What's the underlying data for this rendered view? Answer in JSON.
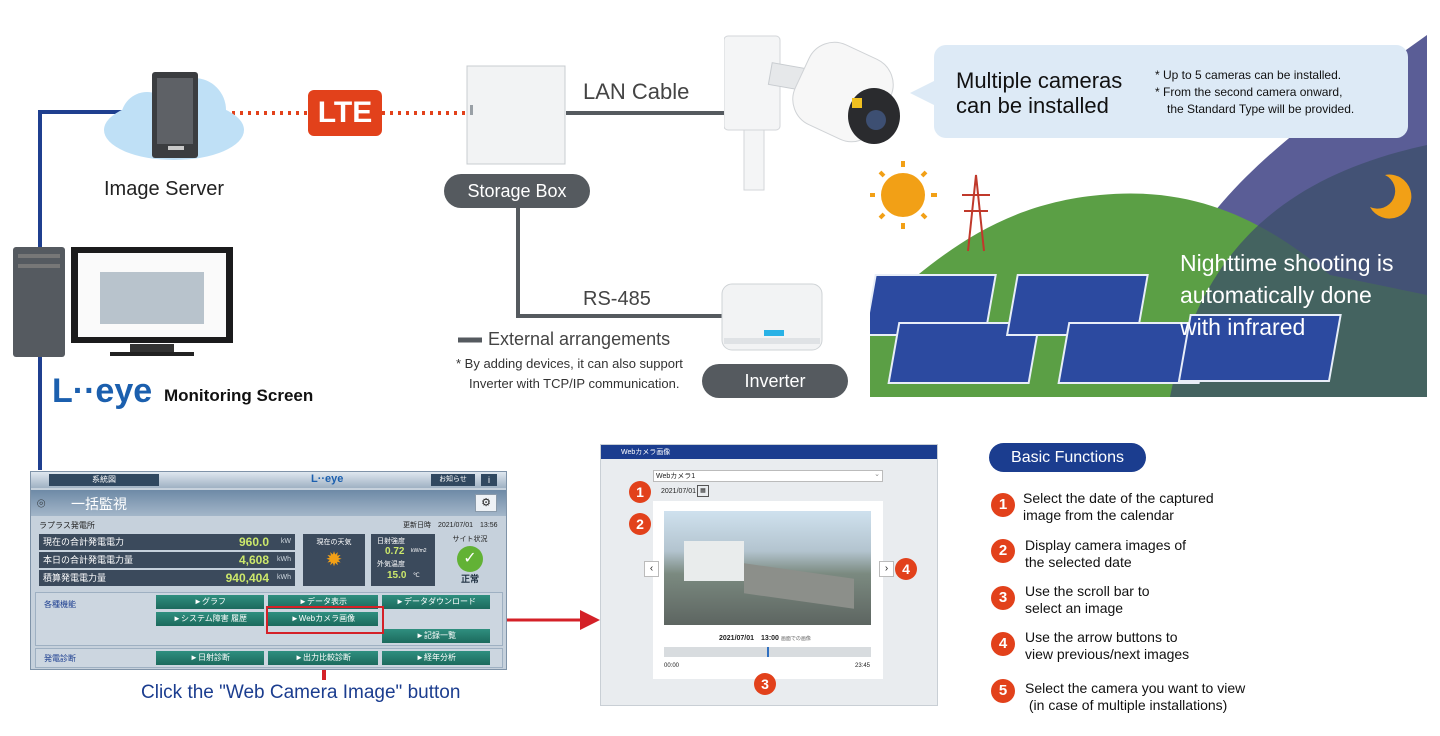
{
  "image_server": {
    "label": "Image Server"
  },
  "lte": {
    "label": "LTE"
  },
  "lan_cable": {
    "label": "LAN Cable"
  },
  "storage_box": {
    "label": "Storage Box"
  },
  "rs485": {
    "label": "RS-485"
  },
  "inverter": {
    "label": "Inverter"
  },
  "external": {
    "legend": "External arrangements",
    "note_line1": "* By adding devices, it can also support",
    "note_line2": "Inverter with TCP/IP communication."
  },
  "bubble": {
    "title_line1": "Multiple cameras",
    "title_line2": "can be installed",
    "note_line1": "* Up to 5 cameras can be installed.",
    "note_line2": "* From the second camera onward,",
    "note_line3": "the Standard Type will be provided."
  },
  "night": {
    "line1": "Nighttime shooting is",
    "line2": "automatically done",
    "line3": "with infrared"
  },
  "monitoring": {
    "logo": "L··eye",
    "label": "Monitoring Screen"
  },
  "system_screen": {
    "tab_label": "系統図",
    "logo": "L··eye",
    "notify_label": "お知らせ",
    "title": "一括監視",
    "plant": "ラプラス発電所",
    "updated": "更新日時　2021/07/01　13:56",
    "metrics": [
      {
        "name": "現在の合計発電電力",
        "value": "960.0",
        "unit": "kW"
      },
      {
        "name": "本日の合計発電電力量",
        "value": "4,608",
        "unit": "kWh"
      },
      {
        "name": "積算発電電力量",
        "value": "940,404",
        "unit": "kWh"
      }
    ],
    "weather_label": "現在の天気",
    "irradiance_label": "日射強度",
    "irradiance_value": "0.72",
    "irradiance_unit": "kW/m2",
    "temp_label": "外気温度",
    "temp_value": "15.0",
    "temp_unit": "℃",
    "site_label": "サイト状況",
    "site_status": "正常",
    "functions_label": "各種機能",
    "diag_label": "発電診断",
    "buttons": {
      "graph": "►グラフ",
      "data_view": "►データ表示",
      "data_download": "►データダウンロード",
      "system_fault": "►システム障害 履歴",
      "web_camera": "►Webカメラ画像",
      "record_list": "►記録一覧",
      "daily_diag": "►日射診断",
      "output_diag": "►出力比較診断",
      "aging": "►経年分析"
    }
  },
  "click_caption": "Click the \"Web Camera Image\" button",
  "camera_panel": {
    "header": "Webカメラ画像",
    "camera_select": "Webカメラ1",
    "date": "2021/07/01",
    "caption_time": "2021/07/01　13:00",
    "caption_note": "画面での画像",
    "scroll_start": "00:00",
    "scroll_end": "23:45",
    "scroll_position": 0.5
  },
  "basic_functions": {
    "title": "Basic Functions",
    "items": [
      {
        "num": "1",
        "text": "Select the date of the captured\nimage from the calendar"
      },
      {
        "num": "2",
        "text": "Display camera images of\nthe selected date"
      },
      {
        "num": "3",
        "text": "Use the scroll bar to\nselect an image"
      },
      {
        "num": "4",
        "text": "Use the arrow buttons to\nview previous/next images"
      },
      {
        "num": "5",
        "text": "Select the camera you want to view\n (in case of multiple installations)"
      }
    ]
  },
  "markers": [
    "1",
    "2",
    "3",
    "4",
    "5"
  ],
  "colors": {
    "line_blue": "#1f3f8f",
    "lte_orange": "#e2411b",
    "cable_gray": "#555a5f",
    "pill_gray": "#555a5f",
    "bubble_blue": "#ddeaf6",
    "night_purple": "#5a5d96",
    "hill_green": "#5b9f45",
    "function_navy": "#1b3d8f",
    "arrow_red": "#d42128"
  }
}
